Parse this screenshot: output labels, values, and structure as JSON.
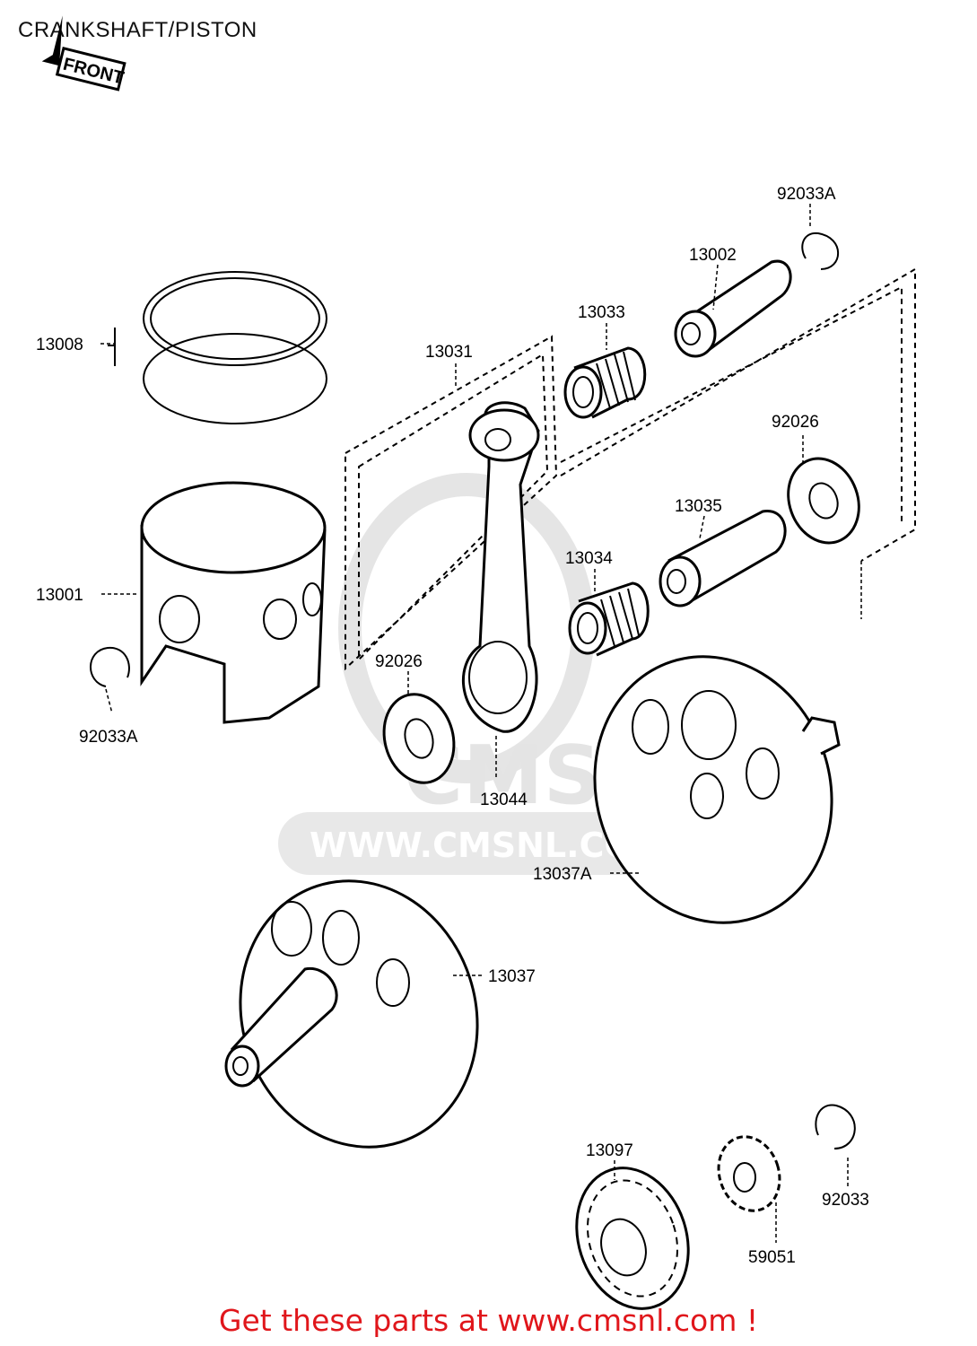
{
  "title": "CRANKSHAFT/PISTON",
  "front_marker": "FRONT",
  "watermark": {
    "line1": "CMS",
    "line2": "WWW.CMSNL.COM"
  },
  "parts": {
    "p13008": "13008",
    "p13001": "13001",
    "p92033a_left": "92033A",
    "p13031": "13031",
    "p13033": "13033",
    "p13002": "13002",
    "p92033a_top": "92033A",
    "p92026_right": "92026",
    "p13035": "13035",
    "p13034": "13034",
    "p92026_left": "92026",
    "p13044": "13044",
    "p13037a": "13037A",
    "p13037": "13037",
    "p13097": "13097",
    "p59051": "59051",
    "p92033": "92033"
  },
  "footer": "Get these parts at www.cmsnl.com !"
}
